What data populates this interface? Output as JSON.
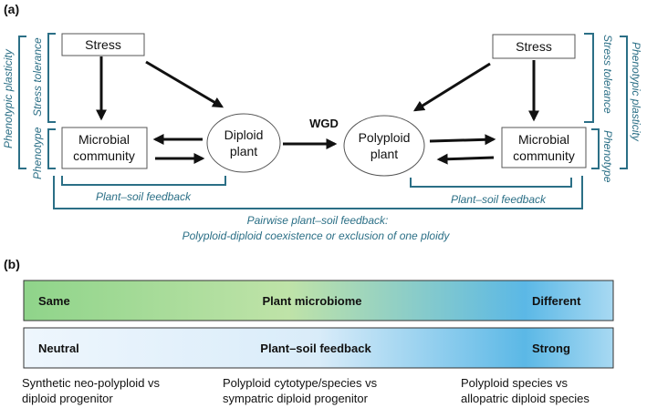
{
  "panel_a": {
    "label": "(a)",
    "left": {
      "stress": "Stress",
      "microbial": [
        "Microbial",
        "community"
      ],
      "plant": [
        "Diploid",
        "plant"
      ],
      "stress_tolerance": "Stress tolerance",
      "phenotype": "Phenotype",
      "phenotypic_plasticity": "Phenotypic plasticity",
      "feedback": "Plant–soil feedback"
    },
    "wgd": "WGD",
    "right": {
      "stress": "Stress",
      "microbial": [
        "Microbial",
        "community"
      ],
      "plant": [
        "Polyploid",
        "plant"
      ],
      "stress_tolerance": "Stress tolerance",
      "phenotype": "Phenotype",
      "phenotypic_plasticity": "Phenotypic plasticity",
      "feedback": "Plant–soil feedback"
    },
    "pairwise": [
      "Pairwise plant–soil feedback:",
      "Polyploid-diploid  coexistence or exclusion of one ploidy"
    ]
  },
  "panel_b": {
    "label": "(b)",
    "bar1": {
      "left": "Same",
      "center": "Plant microbiome",
      "right": "Different",
      "color_from": "#8fd48a",
      "color_to": "#5bb8e6"
    },
    "bar2": {
      "left": "Neutral",
      "center": "Plant–soil feedback",
      "right": "Strong",
      "color_from": "#eef6fd",
      "color_to": "#5bb8e6"
    },
    "captions": [
      [
        "Synthetic neo-polyploid vs",
        "diploid progenitor"
      ],
      [
        "Polyploid cytotype/species vs",
        "sympatric diploid progenitor"
      ],
      [
        "Polyploid species vs",
        "allopatric diploid species"
      ]
    ]
  }
}
